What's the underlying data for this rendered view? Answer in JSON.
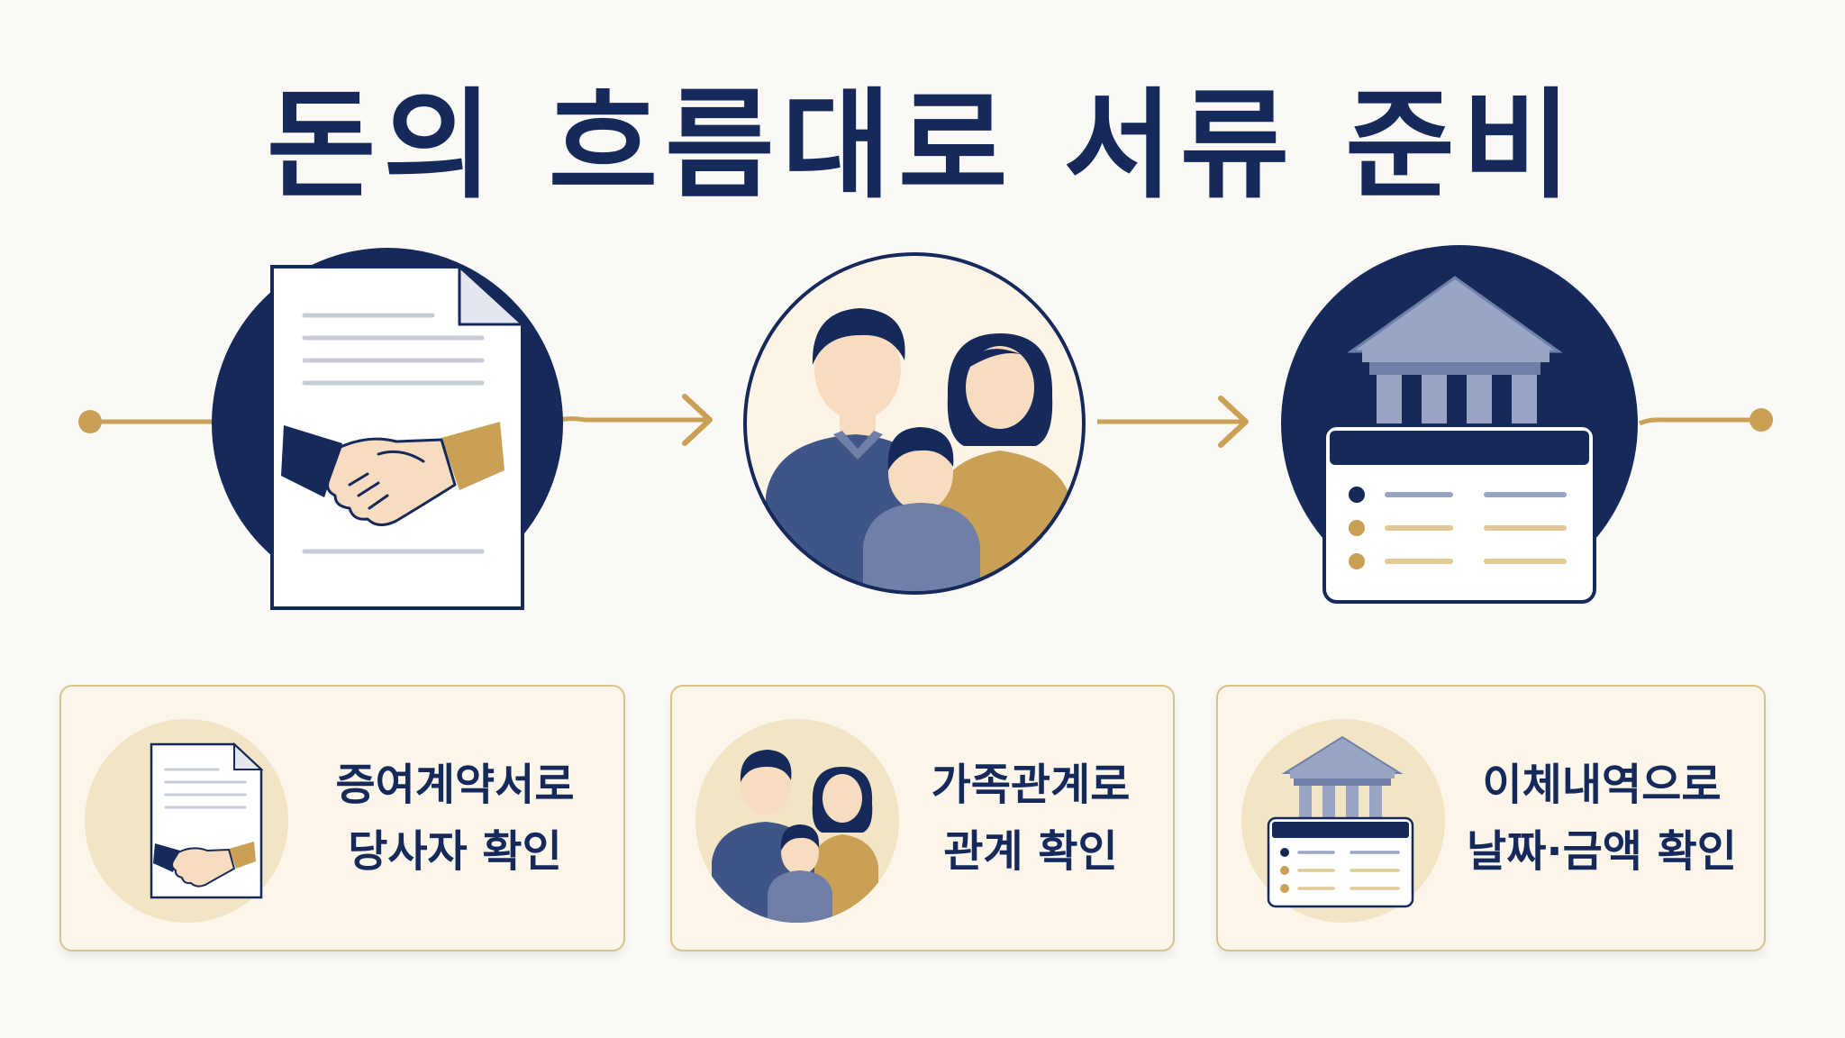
{
  "title": "돈의 흐름대로 서류 준비",
  "steps": [
    {
      "line1": "증여계약서로",
      "line2": "당사자 확인",
      "icon": "contract-handshake-icon"
    },
    {
      "line1": "가족관계로",
      "line2": "관계 확인",
      "icon": "family-icon"
    },
    {
      "line1": "이체내역으로",
      "line2": "날짜·금액 확인",
      "icon": "bank-statement-icon"
    }
  ],
  "colors": {
    "navy": "#15295a",
    "gold": "#c9a055",
    "slate": "#6f7fa8",
    "skin": "#f8dcc0",
    "background": "#fbf9f5",
    "card": "#fcf6ea"
  }
}
